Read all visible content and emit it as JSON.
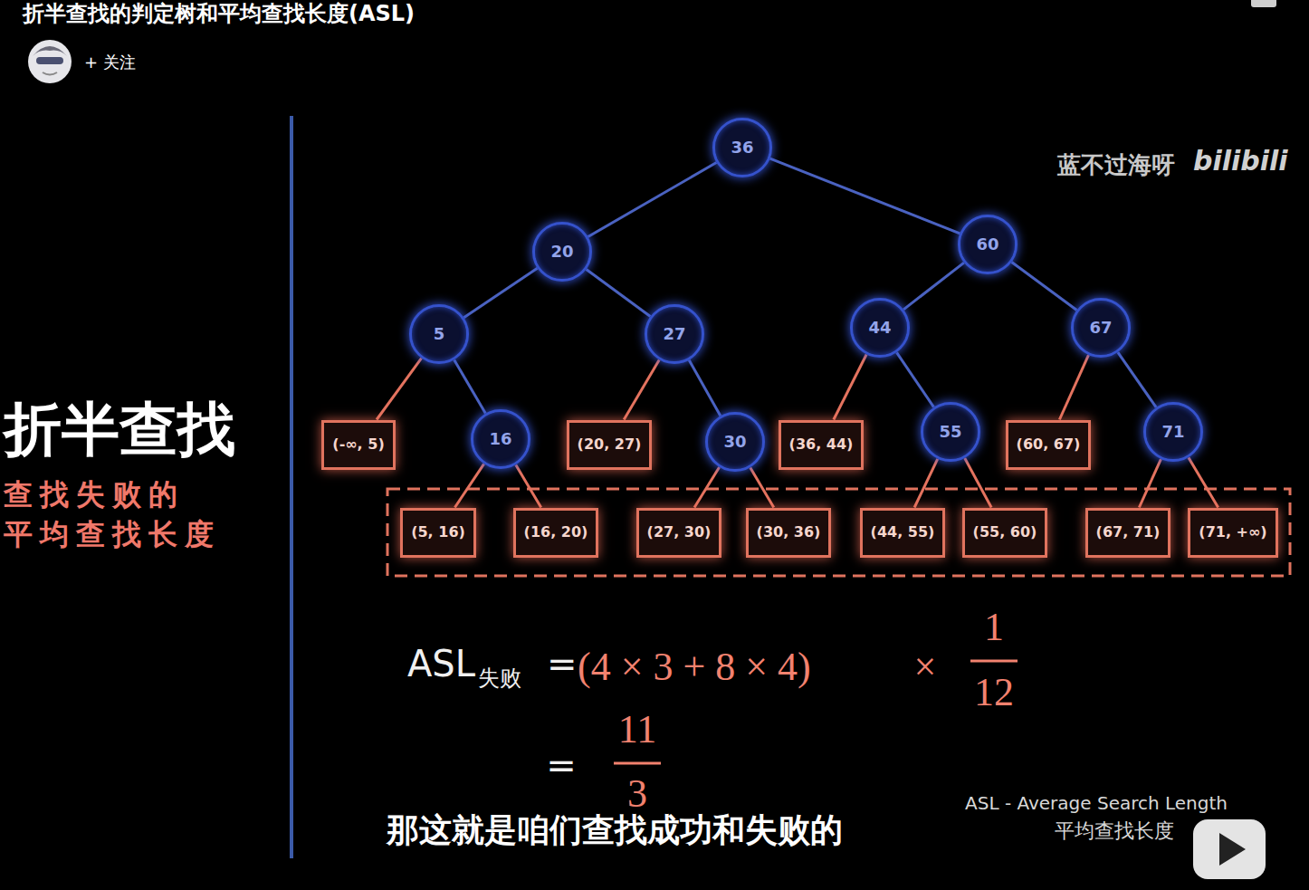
{
  "diagram": {
    "title": "折半查找的判定树和平均查找长度(ASL)",
    "nodes": [
      {
        "text": [
          "36"
        ]
      },
      {
        "text": [
          "20"
        ]
      },
      {
        "text": [
          "60"
        ]
      },
      {
        "text": [
          "5"
        ]
      },
      {
        "text": [
          "27"
        ]
      },
      {
        "text": [
          "44"
        ]
      },
      {
        "text": [
          "67"
        ]
      },
      {
        "text": [
          "(-∞, 5)"
        ]
      },
      {
        "text": [
          "16"
        ]
      },
      {
        "text": [
          "(20, 27)"
        ]
      },
      {
        "text": [
          "30"
        ]
      },
      {
        "text": [
          "(36, 44)"
        ]
      },
      {
        "text": [
          "55"
        ]
      },
      {
        "text": [
          "(60, 67)"
        ]
      },
      {
        "text": [
          "71"
        ]
      },
      {
        "text": [
          "(5, 16)"
        ]
      },
      {
        "text": [
          "(16, 20)"
        ]
      },
      {
        "text": [
          "(27, 30)"
        ]
      },
      {
        "text": [
          "(30, 36)"
        ]
      },
      {
        "text": [
          "(44, 55)"
        ]
      },
      {
        "text": [
          "(55, 60)"
        ]
      },
      {
        "text": [
          "(67, 71)"
        ]
      },
      {
        "text": [
          "(71, +∞)"
        ]
      }
    ],
    "edges": [
      {
        "from": 0,
        "to": 1,
        "arrow": "none"
      },
      {
        "from": 0,
        "to": 2,
        "arrow": "none"
      },
      {
        "from": 1,
        "to": 3,
        "arrow": "none"
      },
      {
        "from": 1,
        "to": 4,
        "arrow": "none"
      },
      {
        "from": 2,
        "to": 5,
        "arrow": "none"
      },
      {
        "from": 2,
        "to": 6,
        "arrow": "none"
      },
      {
        "from": 3,
        "to": 7,
        "arrow": "none"
      },
      {
        "from": 3,
        "to": 8,
        "arrow": "none"
      },
      {
        "from": 4,
        "to": 9,
        "arrow": "none"
      },
      {
        "from": 4,
        "to": 10,
        "arrow": "none"
      },
      {
        "from": 5,
        "to": 11,
        "arrow": "none"
      },
      {
        "from": 5,
        "to": 12,
        "arrow": "none"
      },
      {
        "from": 6,
        "to": 13,
        "arrow": "none"
      },
      {
        "from": 6,
        "to": 14,
        "arrow": "none"
      },
      {
        "from": 8,
        "to": 15,
        "arrow": "none"
      },
      {
        "from": 8,
        "to": 16,
        "arrow": "none"
      },
      {
        "from": 10,
        "to": 17,
        "arrow": "none"
      },
      {
        "from": 10,
        "to": 18,
        "arrow": "none"
      },
      {
        "from": 12,
        "to": 19,
        "arrow": "none"
      },
      {
        "from": 12,
        "to": 20,
        "arrow": "none"
      },
      {
        "from": 14,
        "to": 21,
        "arrow": "none"
      },
      {
        "from": 14,
        "to": 22,
        "arrow": "none"
      }
    ],
    "labels": [
      "+ 关注",
      "蓝不过海呀",
      "bilibili",
      "折半查找",
      "查找失败的",
      "平均查找长度",
      "ASL",
      "失败",
      "=",
      "(4 × 3 + 8 × 4)",
      "×",
      "1",
      "12",
      "=",
      "11",
      "3",
      "那这就是咱们查找成功和失败的",
      "ASL - Average Search Length",
      "平均查找长度"
    ]
  }
}
